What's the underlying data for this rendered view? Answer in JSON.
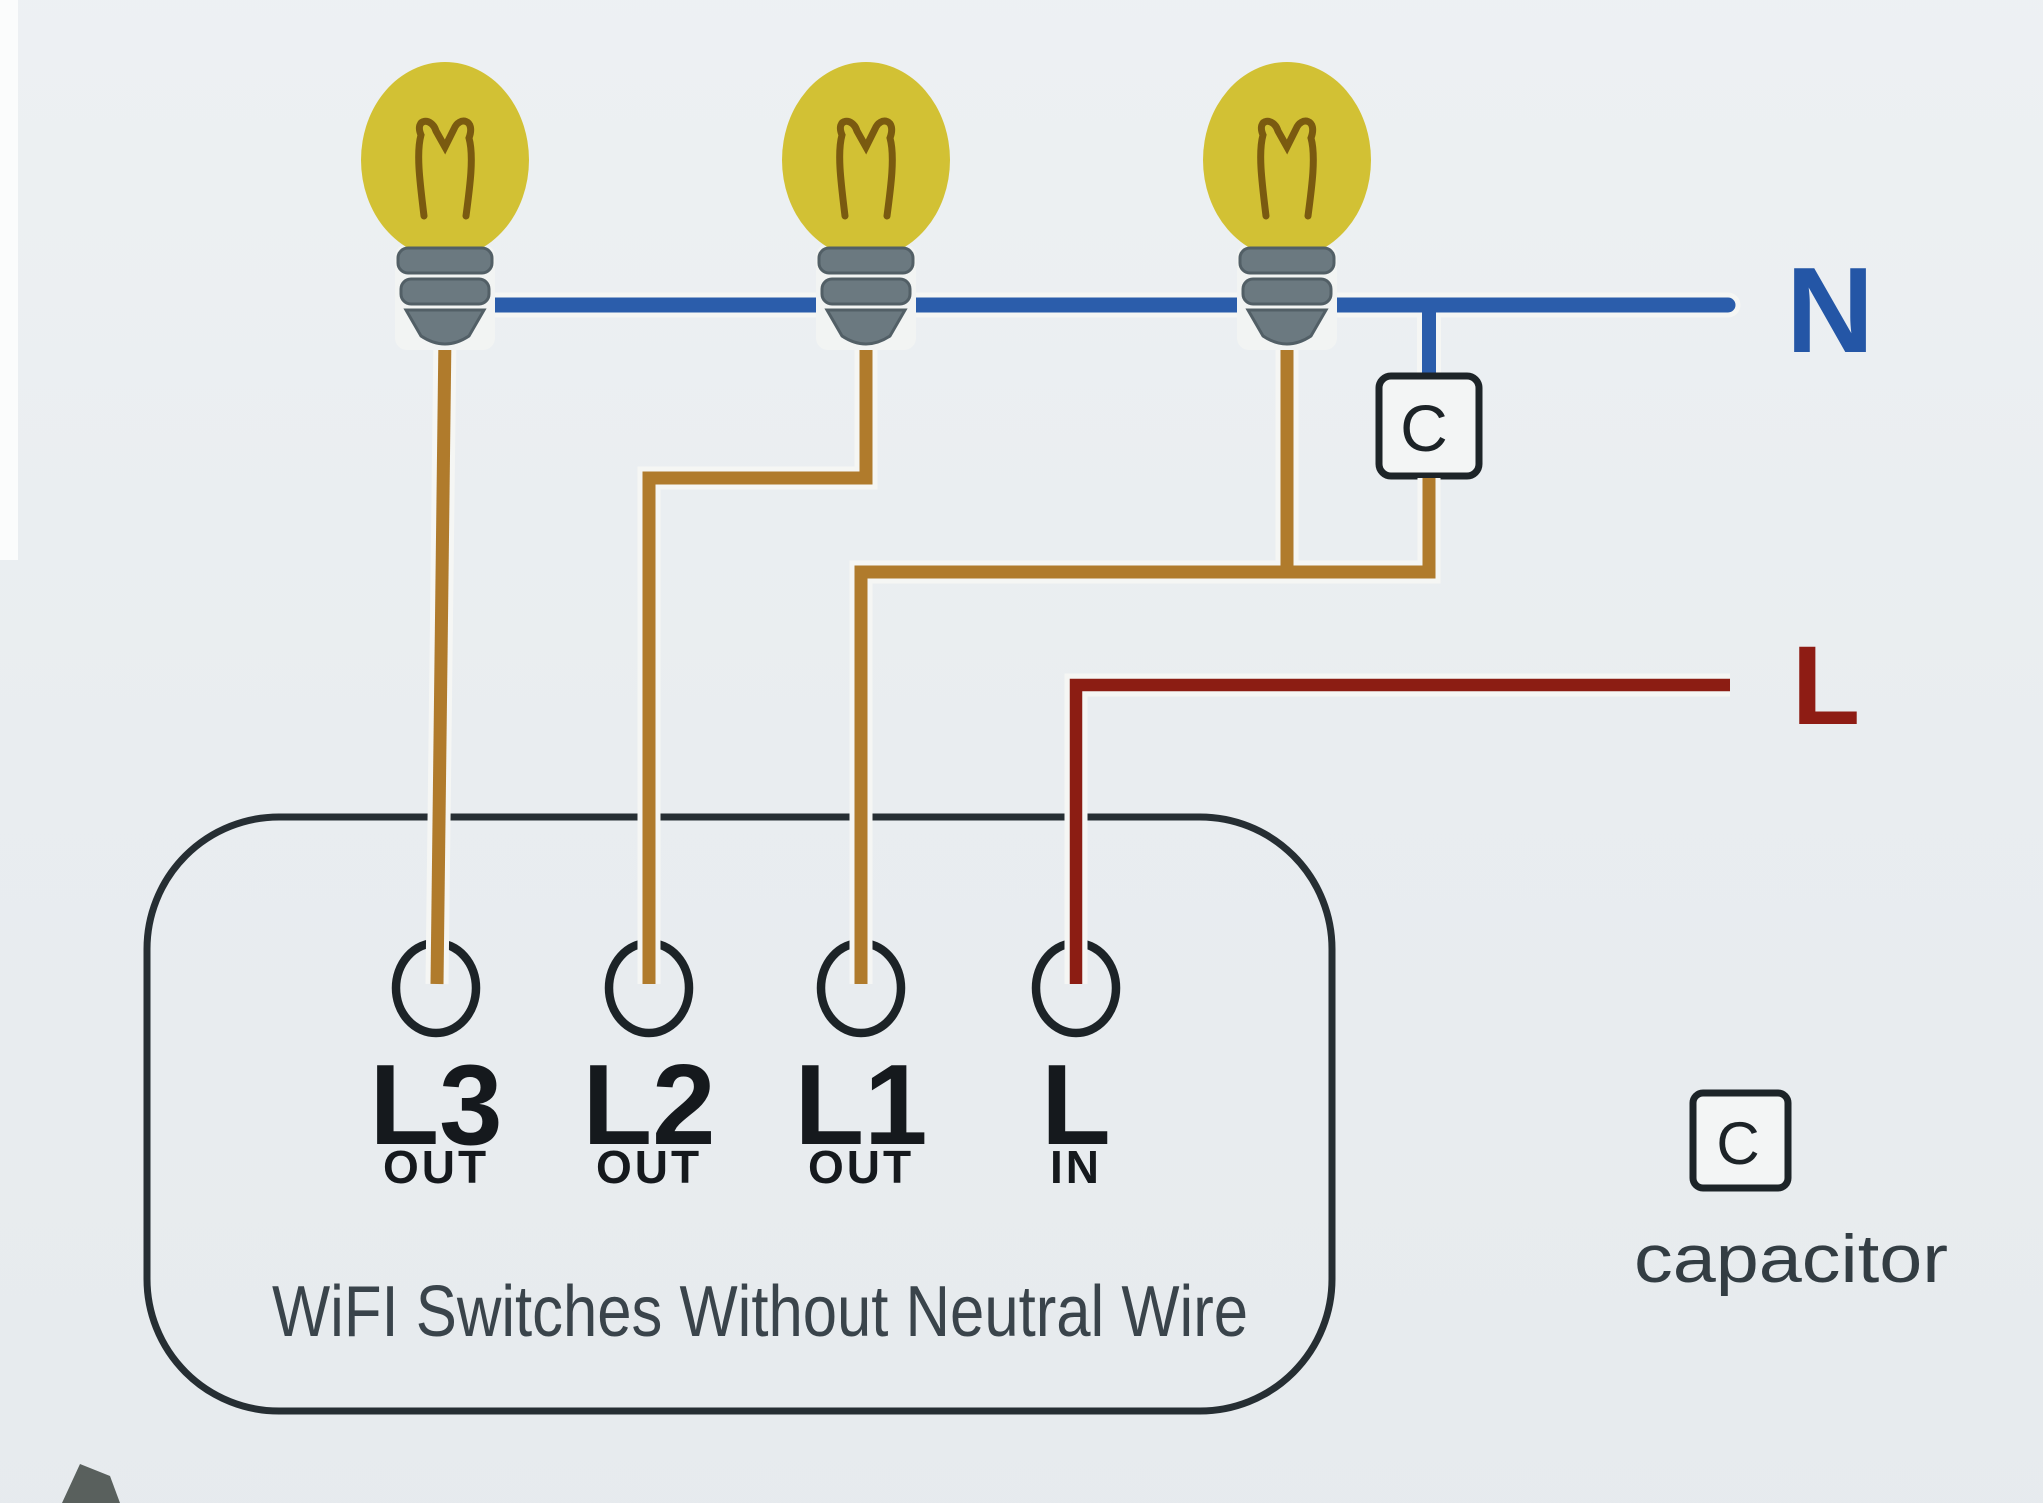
{
  "labels": {
    "neutral": "N",
    "live": "L"
  },
  "capacitor_box": {
    "symbol": "C"
  },
  "legend": {
    "symbol": "C",
    "caption": "capacitor"
  },
  "switch_box": {
    "caption": "WiFI Switches Without Neutral Wire",
    "terminals": [
      {
        "name": "L3",
        "mode": "OUT"
      },
      {
        "name": "L2",
        "mode": "OUT"
      },
      {
        "name": "L1",
        "mode": "OUT"
      },
      {
        "name": "L",
        "mode": "IN"
      }
    ]
  },
  "bulbs": {
    "count": 3
  },
  "colors": {
    "paper": "#e9edf0",
    "neutral_wire": "#2b5dab",
    "live_wire": "#8c1d13",
    "load_wire": "#b07b2c",
    "bulb_yellow": "#d2c134",
    "ink": "#262e33"
  }
}
